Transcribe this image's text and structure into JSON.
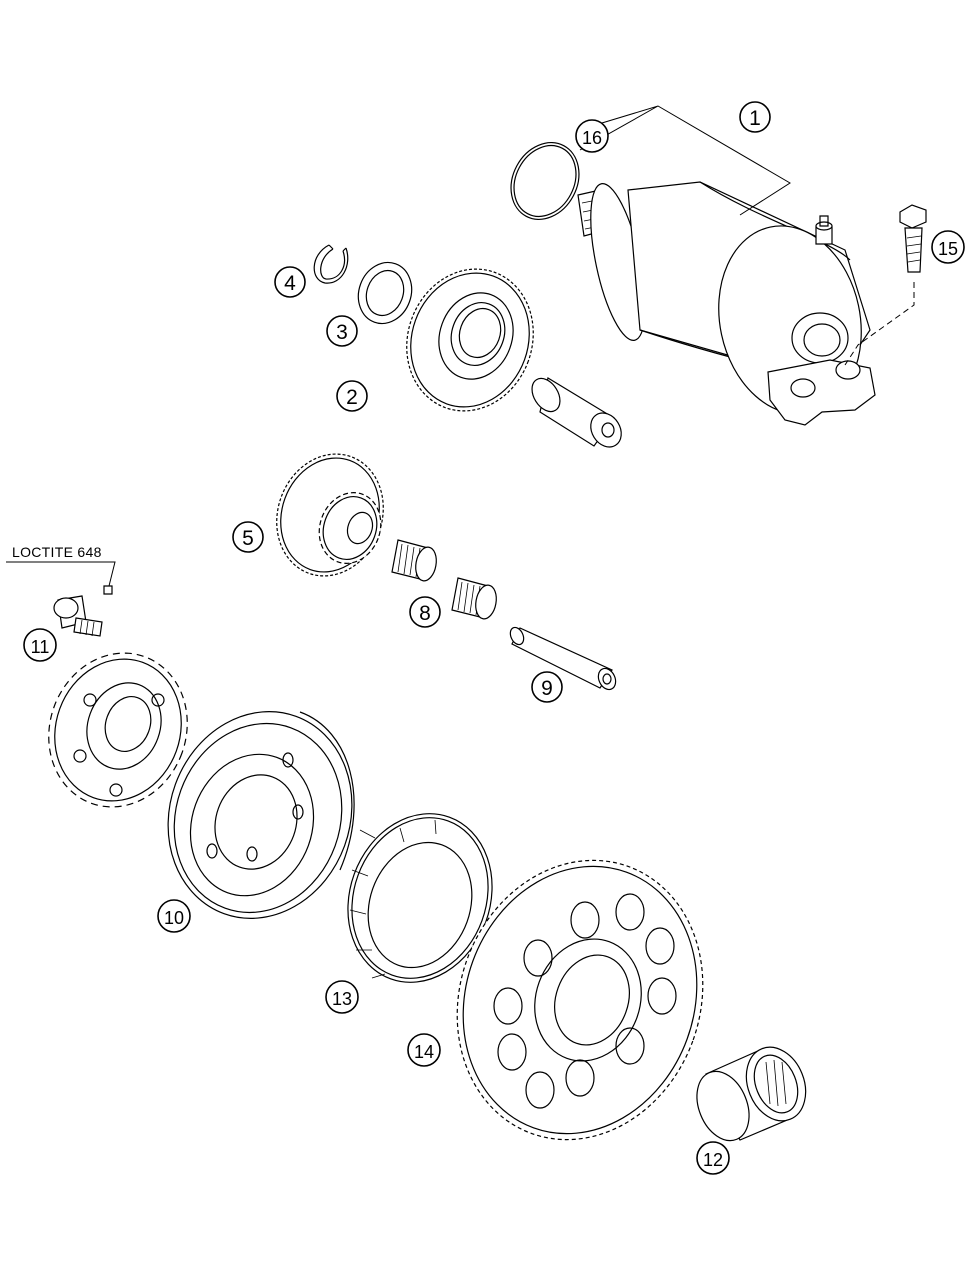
{
  "callouts": [
    {
      "id": "c1",
      "label": "1"
    },
    {
      "id": "c2",
      "label": "2"
    },
    {
      "id": "c3",
      "label": "3"
    },
    {
      "id": "c4",
      "label": "4"
    },
    {
      "id": "c5",
      "label": "5"
    },
    {
      "id": "c8",
      "label": "8"
    },
    {
      "id": "c9",
      "label": "9"
    },
    {
      "id": "c10",
      "label": "10"
    },
    {
      "id": "c11",
      "label": "11"
    },
    {
      "id": "c12",
      "label": "12"
    },
    {
      "id": "c13",
      "label": "13"
    },
    {
      "id": "c14",
      "label": "14"
    },
    {
      "id": "c15",
      "label": "15"
    },
    {
      "id": "c16",
      "label": "16"
    }
  ],
  "note": {
    "loctite": "LOCTITE 648"
  }
}
